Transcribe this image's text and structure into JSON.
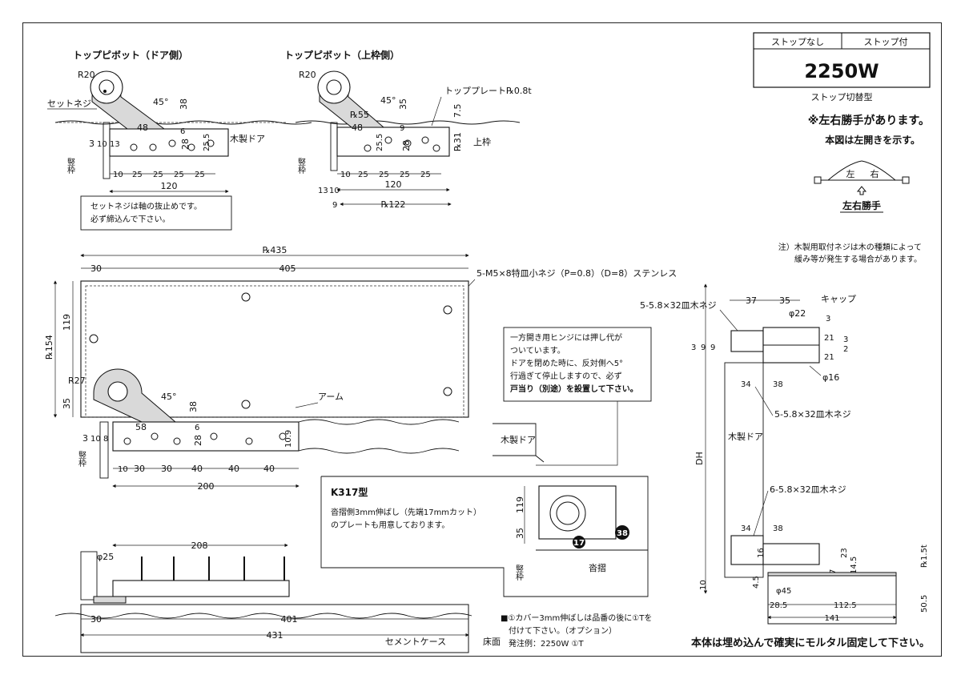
{
  "table": {
    "tab_no_stop": "ストップなし",
    "tab_with_stop": "ストップ付",
    "model": "2250W"
  },
  "header_notes": {
    "stop_type": "ストップ切替型",
    "handed_note": "※左右勝手があります。",
    "left_shown": "本図は左開きを示す。",
    "left": "左",
    "right": "右",
    "handed_label": "左右勝手",
    "wood_screw_note_1": "注）木製用取付ネジは木の種類によって",
    "wood_screw_note_2": "緩み等が発生する場合があります。"
  },
  "top_pivot_door": {
    "title": "トップピボット（ドア側）",
    "r20": "R20",
    "set_screw": "セットネジ",
    "angle45": "45°",
    "d38": "38",
    "d48": "48",
    "d6": "6",
    "d28": "28",
    "d25_5": "25.5",
    "d3": "3",
    "d10": "10",
    "d13": "13",
    "frame": "竪枠",
    "wood_door": "木製ドア",
    "dims_10": "10",
    "dims_25a": "25",
    "dims_25b": "25",
    "dims_25c": "25",
    "dims_25d": "25",
    "d120": "120",
    "note1": "セットネジは軸の抜止めです。",
    "note2": "必ず締込んで下さい。"
  },
  "top_pivot_frame": {
    "title": "トップピボット（上枠側）",
    "r20": "R20",
    "angle45": "45°",
    "pl55": "℞55",
    "d35": "35",
    "d48": "48",
    "d9": "9",
    "d25_5": "25.5",
    "d28": "28",
    "top_plate": "トッププレート℞0.8t",
    "d7_5": "7.5",
    "pl31": "℞31",
    "upper_frame": "上枠",
    "frame": "竪枠",
    "dims_10": "10",
    "dims_25a": "25",
    "dims_25b": "25",
    "dims_25c": "25",
    "dims_25d": "25",
    "d13": "13",
    "d10b": "10",
    "d120": "120",
    "d9b": "9",
    "pl122": "℞122"
  },
  "main_plan": {
    "pl435": "℞435",
    "d30": "30",
    "d405": "405",
    "screw_label": "5-M5×8特皿小ネジ（P=0.8）（D=8）ステンレス",
    "pl154": "℞154",
    "d119": "119",
    "d35": "35",
    "r27": "R27",
    "angle45": "45°",
    "d38": "38",
    "arm": "アーム",
    "d58": "58",
    "d6": "6",
    "d28": "28",
    "d10_9": "10.9",
    "d3": "3",
    "d10": "10",
    "d8": "8",
    "frame": "竪枠",
    "wood_door": "木製ドア",
    "b10": "10",
    "b30a": "30",
    "b30b": "30",
    "b40a": "40",
    "b40b": "40",
    "b40c": "40",
    "d200": "200"
  },
  "hinge_note": {
    "l1": "一方開き用ヒンジには押し代が",
    "l2": "ついています。",
    "l3": "ドアを閉めた時に、反対側へ5°",
    "l4": "行過ぎて停止しますので、必ず",
    "l5": "戸当り（別途）を設置して下さい。"
  },
  "k317": {
    "title": "K317型",
    "desc1": "沓摺側3mm伸ばし（先端17mmカット）",
    "desc2": "のプレートも用意しております。",
    "d119": "119",
    "d35": "35",
    "d17": "17",
    "d38": "38",
    "frame": "竪枠",
    "threshold": "沓摺"
  },
  "side_view": {
    "d25": "φ25",
    "d208": "208",
    "d30": "30",
    "d401": "401",
    "d431": "431",
    "cement_case": "セメントケース",
    "floor": "床面",
    "opt1": "■①カバー3mm伸ばしは品番の後に①Tを",
    "opt2": "付けて下さい。（オプション）",
    "opt3": "発注例：2250W ①T"
  },
  "right_section": {
    "screw_top": "5-5.8×32皿木ネジ",
    "d37": "37",
    "d35": "35",
    "cap": "キャップ",
    "d22": "φ22",
    "d3a": "3",
    "d21a": "21",
    "d21b": "21",
    "d3b": "3",
    "d2": "2",
    "d9a": "9",
    "d9b": "9",
    "d3c": "3",
    "d16": "φ16",
    "d34a": "34",
    "d38a": "38",
    "screw_mid": "5-5.8×32皿木ネジ",
    "dh": "DH",
    "wood_door": "木製ドア",
    "screw_bot": "6-5.8×32皿木ネジ",
    "d34b": "34",
    "d38b": "38",
    "d16b": "16",
    "d23": "23",
    "d7": "7",
    "d14_5": "14.5",
    "pl1_5": "℞1.5t",
    "d10": "10",
    "d4_5": "4.5",
    "d45": "φ45",
    "d28_5": "28.5",
    "d112_5": "112.5",
    "d141": "141",
    "d50_5": "50.5",
    "final_note": "本体は埋め込んで確実にモルタル固定して下さい。"
  }
}
